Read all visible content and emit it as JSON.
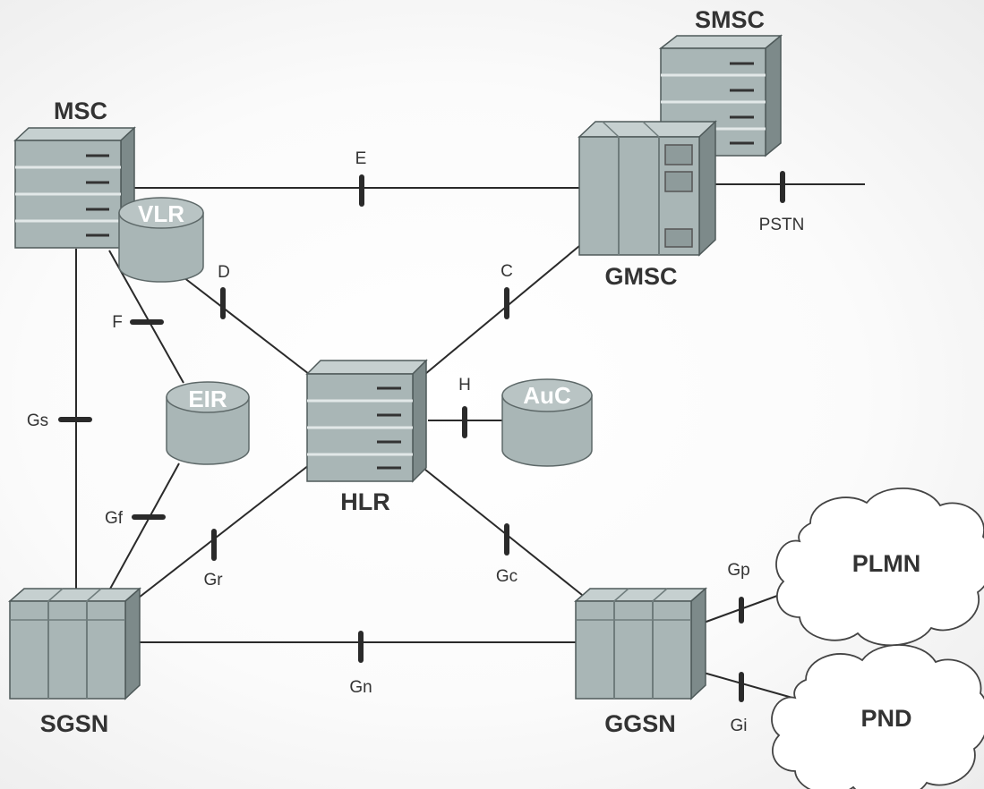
{
  "nodes": {
    "smsc": "SMSC",
    "msc": "MSC",
    "vlr": "VLR",
    "gmsc": "GMSC",
    "eir": "EIR",
    "hlr": "HLR",
    "auc": "AuC",
    "sgsn": "SGSN",
    "ggsn": "GGSN",
    "plmn": "PLMN",
    "pnd": "PND"
  },
  "interfaces": {
    "e": "E",
    "pstn": "PSTN",
    "d": "D",
    "c": "C",
    "f": "F",
    "h": "H",
    "gs": "Gs",
    "gf": "Gf",
    "gr": "Gr",
    "gc": "Gc",
    "gp": "Gp",
    "gn": "Gn",
    "gi": "Gi"
  },
  "colors": {
    "equipment_face": "#a9b6b6",
    "equipment_side": "#7d8a8a",
    "equipment_top": "#c6d0d0",
    "cloud_fill": "#ffffff",
    "line": "#2a2a2a"
  }
}
